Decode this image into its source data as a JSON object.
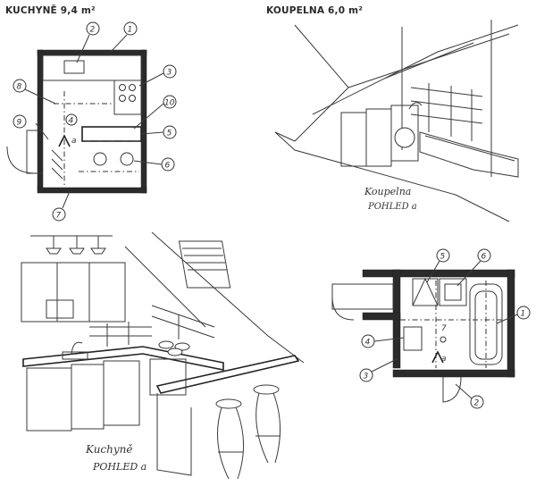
{
  "titles": {
    "kitchen_plan": "KUCHYNĚ 9,4 m²",
    "bathroom_plan": "KOUPELNA 6,0 m²"
  },
  "captions": {
    "bathroom_view_line1": "Koupelna",
    "bathroom_view_line2": "POHLED a",
    "kitchen_view_line1": "Kuchyně",
    "kitchen_view_line2": "POHLED a"
  },
  "kitchen_plan": {
    "markers": [
      "1",
      "2",
      "3",
      "4",
      "5",
      "6",
      "7",
      "8",
      "9",
      "10"
    ],
    "view_marker": "a"
  },
  "bathroom_plan": {
    "markers": [
      "1",
      "2",
      "3",
      "4",
      "5",
      "6",
      "7"
    ],
    "view_marker": "a"
  },
  "colors": {
    "ink": "#2b2b2b",
    "paper": "#ffffff"
  }
}
